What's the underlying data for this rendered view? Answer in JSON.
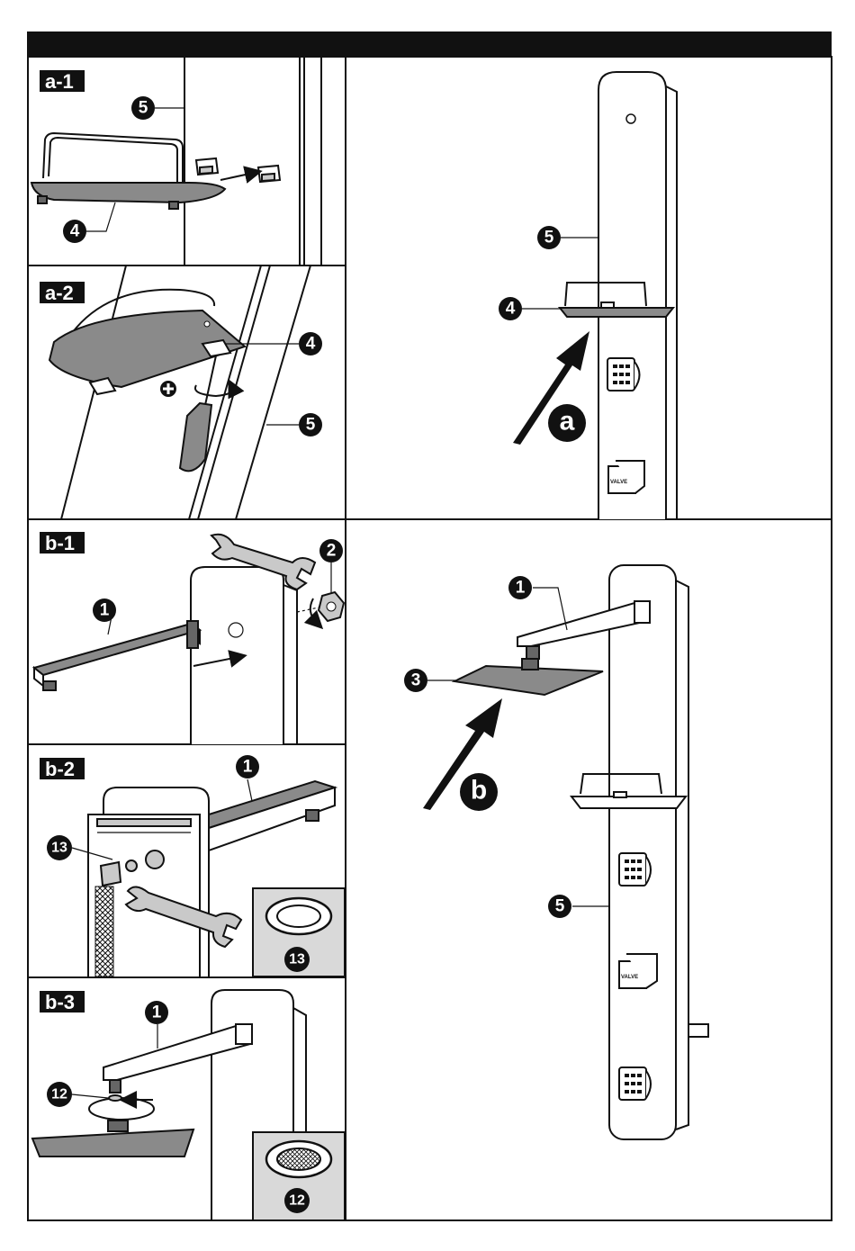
{
  "panels": {
    "a1": {
      "label": "a-1",
      "callouts": [
        "5",
        "4"
      ]
    },
    "a2": {
      "label": "a-2",
      "callouts": [
        "4",
        "5"
      ]
    },
    "a_main": {
      "callouts": [
        "5",
        "4"
      ],
      "step": "a",
      "valve_text": "VALVE"
    },
    "b1": {
      "label": "b-1",
      "callouts": [
        "1",
        "2"
      ]
    },
    "b2": {
      "label": "b-2",
      "callouts": [
        "1",
        "13"
      ],
      "inset_callout": "13"
    },
    "b3": {
      "label": "b-3",
      "callouts": [
        "1",
        "12"
      ],
      "inset_callout": "12"
    },
    "b_main": {
      "callouts": [
        "1",
        "3",
        "5"
      ],
      "step": "b",
      "valve_text": "VALVE"
    }
  },
  "colors": {
    "frame": "#111111",
    "part_fill": "#8a8a8a",
    "inset_bg": "#d9d9d9"
  },
  "icons": [
    "plus-icon",
    "rotate-arrow-icon",
    "screwdriver-icon",
    "wrench-icon",
    "nut-icon",
    "washer-icon",
    "filter-washer-icon",
    "direction-arrow-icon"
  ]
}
